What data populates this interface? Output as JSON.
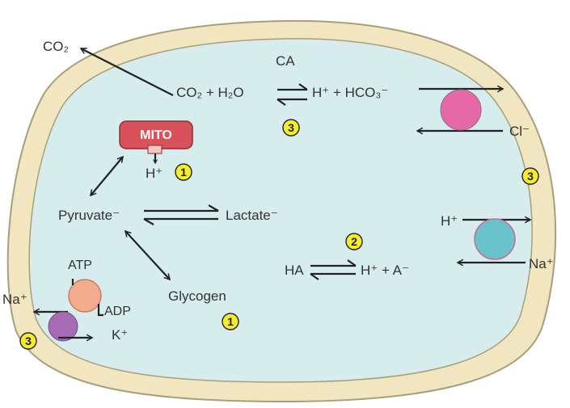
{
  "labels": {
    "co2_out": "CO₂",
    "ca": "CA",
    "co2_h2o": "CO₂ + H₂O",
    "h_hco3": "H⁺ + HCO₃⁻",
    "cl": "Cl⁻",
    "mito": "MITO",
    "h_mito": "H⁺",
    "pyruvate": "Pyruvate⁻",
    "lactate": "Lactate⁻",
    "h_right": "H⁺",
    "na_right": "Na⁺",
    "ha": "HA",
    "h_a": "H⁺ + A⁻",
    "atp": "ATP",
    "adp": "ADP",
    "glycogen": "Glycogen",
    "na_left": "Na⁺",
    "k": "K⁺"
  },
  "badges": {
    "top": "3",
    "mito": "1",
    "right": "3",
    "buffer": "2",
    "glycogen": "1",
    "pump": "3"
  },
  "colors": {
    "membrane": "#f1e6bf",
    "membrane_edge": "#a79f7c",
    "cytosol": "#d6eced",
    "mito_fill": "#d8515b",
    "badge_fill": "#f7ec2a",
    "exchanger_pink": "#e768a6",
    "exchanger_teal": "#69c2cc",
    "pump_purple": "#a56bb4",
    "atpase_peach": "#f4ac8e"
  }
}
